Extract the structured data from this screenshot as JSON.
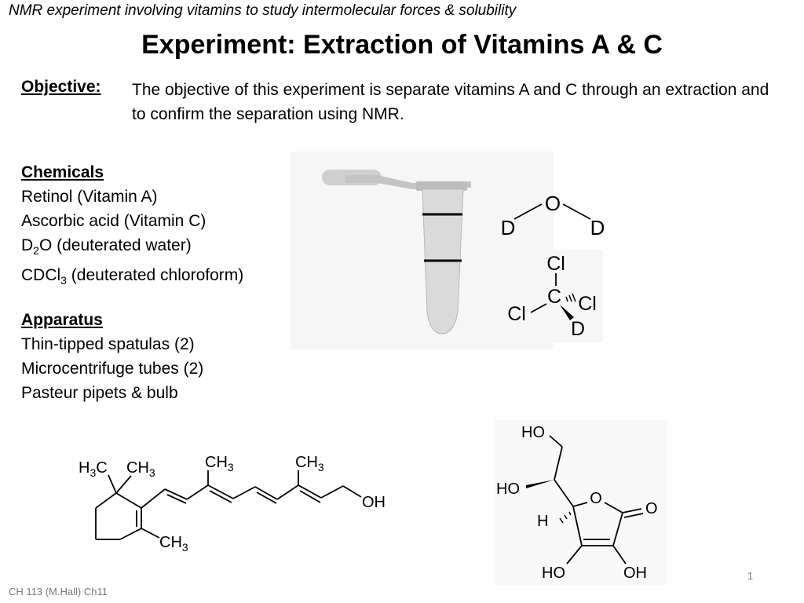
{
  "header": {
    "subtitle": "NMR experiment involving vitamins to study intermolecular forces & solubility",
    "title": "Experiment:  Extraction of Vitamins A & C"
  },
  "objective": {
    "label": "Objective:",
    "text": "The objective of this experiment is separate vitamins A and C through an extraction and to confirm the separation using NMR."
  },
  "chemicals": {
    "heading": "Chemicals",
    "items": [
      {
        "text": "Retinol (Vitamin A)"
      },
      {
        "text": "Ascorbic acid (Vitamin C)"
      },
      {
        "pre": "D",
        "sub": "2",
        "post": "O (deuterated water)"
      },
      {
        "pre": "CDCl",
        "sub": "3",
        "post": " (deuterated chloroform)"
      }
    ]
  },
  "apparatus": {
    "heading": "Apparatus",
    "items": [
      "Thin-tipped spatulas (2)",
      "Microcentrifuge tubes (2)",
      "Pasteur pipets & bulb"
    ]
  },
  "diagrams": {
    "d2o": {
      "o": "O",
      "d_left": "D",
      "d_right": "D"
    },
    "cdcl3": {
      "cl_top": "Cl",
      "c": "C",
      "cl_left": "Cl",
      "cl_right": "Cl",
      "d": "D"
    },
    "retinol": {
      "h3c": "H",
      "h3c_sub": "3",
      "h3c_c": "C",
      "ch3_a": "CH",
      "ch3_a_sub": "3",
      "ch3_b": "CH",
      "ch3_b_sub": "3",
      "ch3_c": "CH",
      "ch3_c_sub": "3",
      "ch3_d": "CH",
      "ch3_d_sub": "3",
      "oh": "OH"
    },
    "ascorbic": {
      "ho_top": "HO",
      "ho_mid": "HO",
      "h": "H",
      "o_ring": "O",
      "o_keto": "O",
      "ho_bottom": "HO",
      "oh_bottom": "OH"
    }
  },
  "footer": {
    "course": "CH 113 (M.Hall) Ch11",
    "page": "1"
  }
}
